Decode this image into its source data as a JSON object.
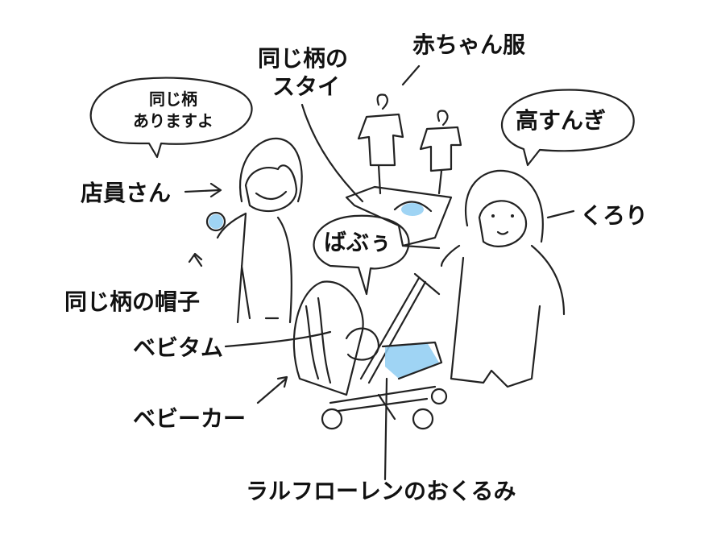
{
  "labels": {
    "bib": [
      "同じ柄の",
      "スタイ"
    ],
    "baby_clothes": "赤ちゃん服",
    "clerk_speech": [
      "同じ柄",
      "ありますよ"
    ],
    "kurori_speech": "高すんぎ",
    "clerk": "店員さん",
    "kurori": "くろり",
    "baby_speech": "ばぶぅ",
    "hat": "同じ柄の帽子",
    "baby": "ベビタム",
    "stroller": "ベビーカー",
    "swaddle": "ラルフローレンのおくるみ"
  },
  "colors": {
    "ink": "#222222",
    "accent_blue": "#8ecdf2"
  }
}
